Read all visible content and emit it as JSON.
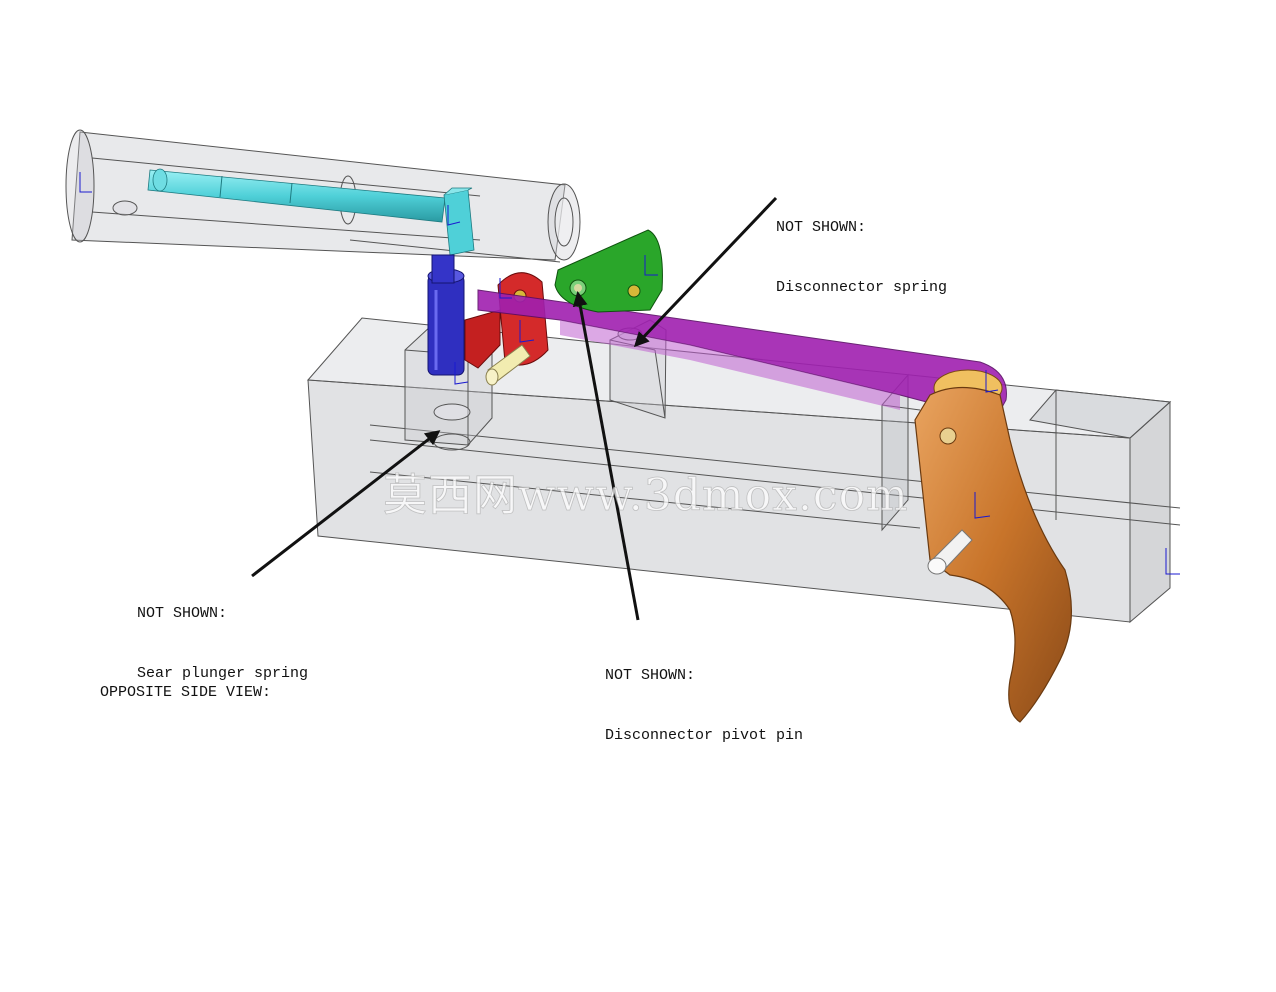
{
  "callouts": {
    "disconnector_spring": {
      "heading": "NOT SHOWN:",
      "text": "Disconnector spring"
    },
    "sear_plunger_spring": {
      "heading": "NOT SHOWN:",
      "text": "Sear plunger spring"
    },
    "disconnector_pivot_pin": {
      "heading": "NOT SHOWN:",
      "text": "Disconnector pivot pin"
    }
  },
  "view_label": "OPPOSITE SIDE VIEW:",
  "watermark": "莫西网www.3dmox.com",
  "colors": {
    "receiver": "#c4c4c8",
    "bolt_rod": "#4fd0d8",
    "sear": "#d42a2a",
    "plunger": "#2f2fc0",
    "disconnector": "#2aa62a",
    "trigger_bar": "#a020b0",
    "trigger": "#c8742a",
    "axis_markers": "#1a1ad0"
  }
}
